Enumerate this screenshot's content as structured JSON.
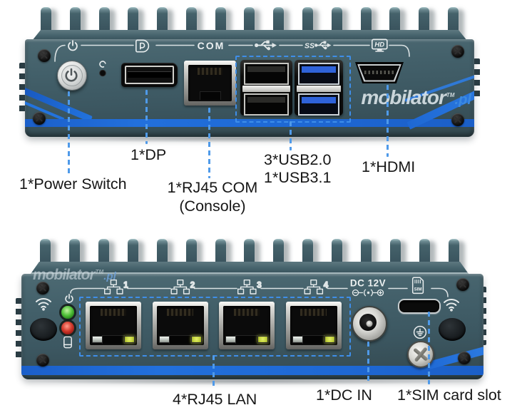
{
  "brand": {
    "name": "mobilator",
    "tm": "TM",
    "tld": ".pl"
  },
  "front_panel": {
    "markings": {
      "com": "COM",
      "ss": "SS",
      "hd": "HD"
    },
    "annotations": {
      "dp": "1*DP",
      "power": "1*Power Switch",
      "com_line1": "1*RJ45 COM",
      "com_line2": "(Console)",
      "usb_line1": "3*USB2.0",
      "usb_line2": "1*USB3.1",
      "hdmi": "1*HDMI"
    }
  },
  "rear_panel": {
    "markings": {
      "dc": "DC 12V",
      "sim": "SIM",
      "lan_numbers": [
        "1",
        "2",
        "3",
        "4"
      ]
    },
    "annotations": {
      "lan": "4*RJ45 LAN",
      "dc": "1*DC IN",
      "sim": "1*SIM card slot"
    }
  },
  "colors": {
    "chassis": "#415d66",
    "accent_stripe": "#2270dc",
    "annotation_dash": "#4f9ae9",
    "usb3_blue": "#2f63da",
    "led_green": "#46b43a",
    "led_red": "#cc2a1e"
  }
}
